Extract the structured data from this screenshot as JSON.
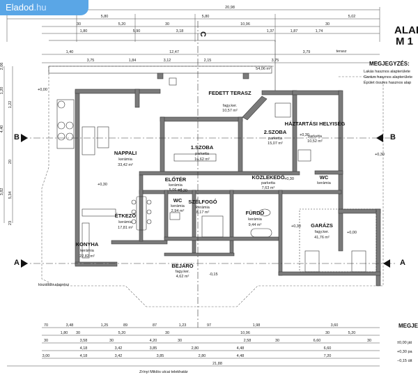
{
  "watermark": {
    "name": "Eladod",
    "tld": ".hu"
  },
  "title": {
    "line1": "ALAP",
    "line2": "M 1"
  },
  "notes": {
    "heading": "MEGJEGYZÉS:",
    "lines": [
      "Lakás hasznos alapterülete",
      "Garázs hasznos alapterülete",
      "Épület összes hasznos alap"
    ]
  },
  "legend": {
    "heading": "MEGJEG",
    "lines": [
      "±0,00 ját",
      "+0,30 pa",
      "−0,15 útt"
    ]
  },
  "street": "Zrínyi Miklós utcai telekhatár",
  "stair_label": "kiszállási alaprész",
  "rooms": [
    {
      "name": "FEDETT TERASZ",
      "floor": "fagy.ker.",
      "area": "10,57 m²"
    },
    {
      "name": "2.SZOBA",
      "floor": "parketta",
      "area": "15,07 m²"
    },
    {
      "name": "HÁZTARTÁSI HELYISÉG",
      "floor": "parketta",
      "area": "10,52 m²"
    },
    {
      "name": "NAPPALI",
      "floor": "kerámia",
      "area": "33,42 m²"
    },
    {
      "name": "1.SZOBA",
      "floor": "parketta",
      "area": "16,62 m²"
    },
    {
      "name": "ELŐTÉR",
      "floor": "kerámia",
      "area": "5,06 m²"
    },
    {
      "name": "KÖZLEKEDŐ",
      "floor": "parketta",
      "area": "7,63 m²"
    },
    {
      "name": "WC",
      "floor": "kerámia",
      "area": ""
    },
    {
      "name": "ÉTKEZŐ",
      "floor": "kerámia",
      "area": "17,81 m²"
    },
    {
      "name": "WC",
      "floor": "kerámia",
      "area": "2,94 m²"
    },
    {
      "name": "SZÉLFOGÓ",
      "floor": "kerámia",
      "area": "8,17 m²"
    },
    {
      "name": "FÜRDŐ",
      "floor": "kerámia",
      "area": "9,44 m²"
    },
    {
      "name": "GARÁZS",
      "floor": "fagy.ker.",
      "area": "41,76 m²"
    },
    {
      "name": "KONYHA",
      "floor": "kerámia",
      "area": "22,82 m²"
    },
    {
      "name": "BEJÁRÓ",
      "floor": "fagy.ker.",
      "area": "4,62 m²"
    }
  ],
  "terrace": {
    "label": "54,06 m²",
    "terasz": "terasz"
  },
  "section_marks": [
    "A",
    "A",
    "B",
    "B",
    "C"
  ],
  "level_marks": [
    "+0,00",
    "+0,30",
    "+0,30",
    "+0,30",
    "+0,30",
    "+0,30",
    "+0,30",
    "+0,00",
    "-0,15"
  ],
  "top_dims": {
    "row1": [
      "20,98"
    ],
    "row2": [
      "5,80",
      "5,80",
      "5,02"
    ],
    "row3": [
      "30",
      "5,20",
      "30",
      "10,96",
      "30"
    ],
    "row4": [
      "1,80",
      "5,90",
      "3,18",
      "1,37",
      "1,87",
      "1,74"
    ],
    "row5": [
      "1,40",
      "12,47",
      "3,79"
    ],
    "row6": [
      "3,75",
      "1,84",
      "3,12",
      "2,15",
      "3,75"
    ]
  },
  "bottom_dims": {
    "row1": [
      "70",
      "3,48",
      "1,25",
      "89",
      "87",
      "1,23",
      "97",
      "1,98",
      "3,60"
    ],
    "row2": [
      "1,80",
      "30",
      "5,20",
      "30",
      "10,96",
      "30",
      "5,20"
    ],
    "row3": [
      "30",
      "3,58",
      "30",
      "4,20",
      "30",
      "2,58",
      "30",
      "6,60",
      "30"
    ],
    "row4": [
      "4,18",
      "3,42",
      "3,85",
      "2,80",
      "4,48",
      "6,60"
    ],
    "row5": [
      "3,00",
      "4,18",
      "3,42",
      "3,85",
      "2,80",
      "4,48",
      "7,20"
    ],
    "row6": [
      "21,88"
    ]
  },
  "left_dims": [
    "1,20",
    "2,06",
    "1,22",
    "4,40",
    "3,82",
    "20",
    "5,34",
    "23"
  ]
}
